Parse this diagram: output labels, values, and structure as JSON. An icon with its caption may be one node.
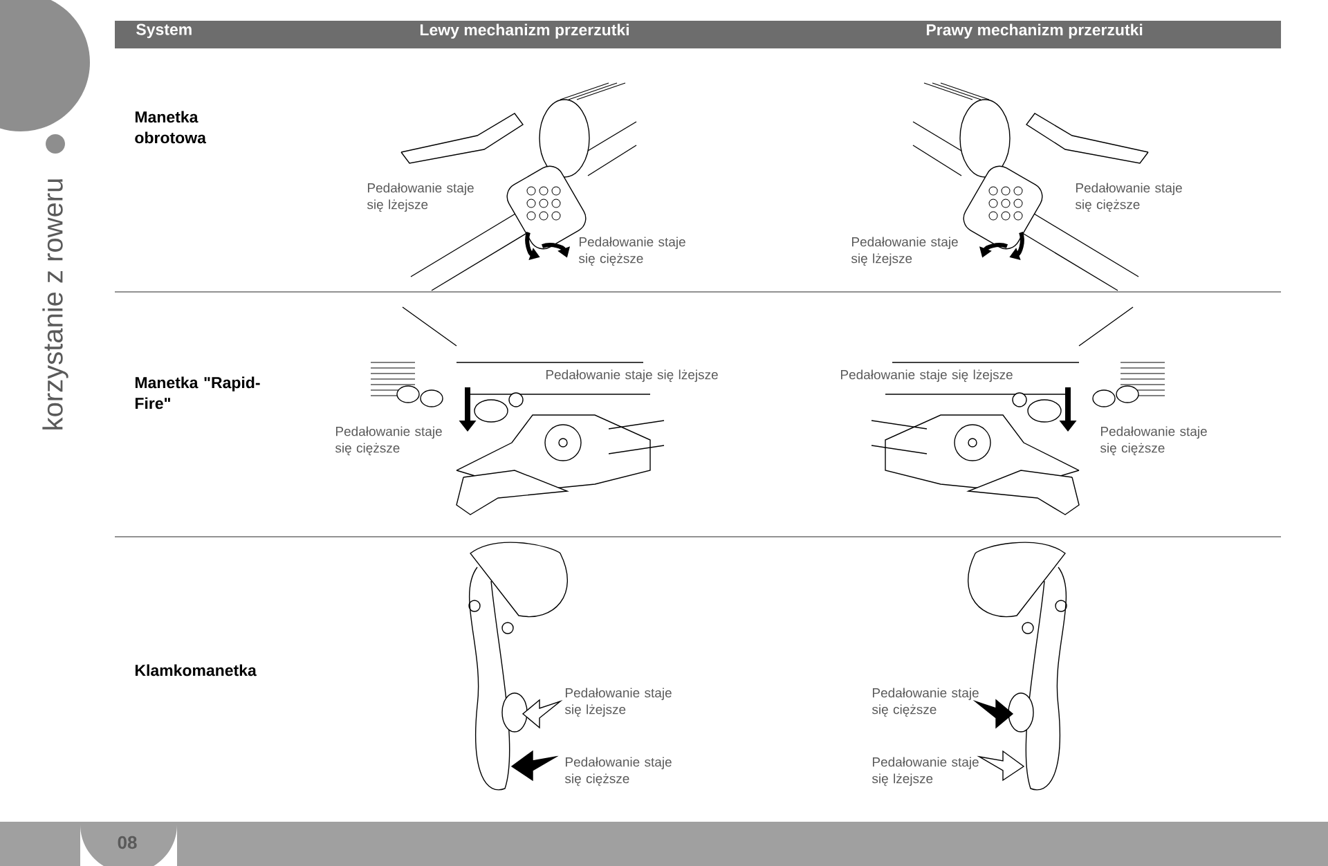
{
  "diagram": {
    "labels": [
      "korzystanie z roweru",
      "System",
      "Lewy mechanizm przerzutki",
      "Prawy mechanizm przerzutki",
      "Manetka obrotowa",
      "Pedałowanie staje się lżejsze",
      "Pedałowanie staje się cięższe",
      "Pedałowanie staje się lżejsze",
      "Pedałowanie staje się cięższe",
      "Manetka \"Rapid-Fire\"",
      "Pedałowanie staje się lżejsze",
      "Pedałowanie staje się lżejsze",
      "Pedałowanie staje się cięższe",
      "Pedałowanie staje się cięższe",
      "Klamkomanetka",
      "Pedałowanie staje się lżejsze",
      "Pedałowanie staje się cięższe",
      "Pedałowanie staje się cięższe",
      "Pedałowanie staje się lżejsze",
      "08"
    ]
  }
}
